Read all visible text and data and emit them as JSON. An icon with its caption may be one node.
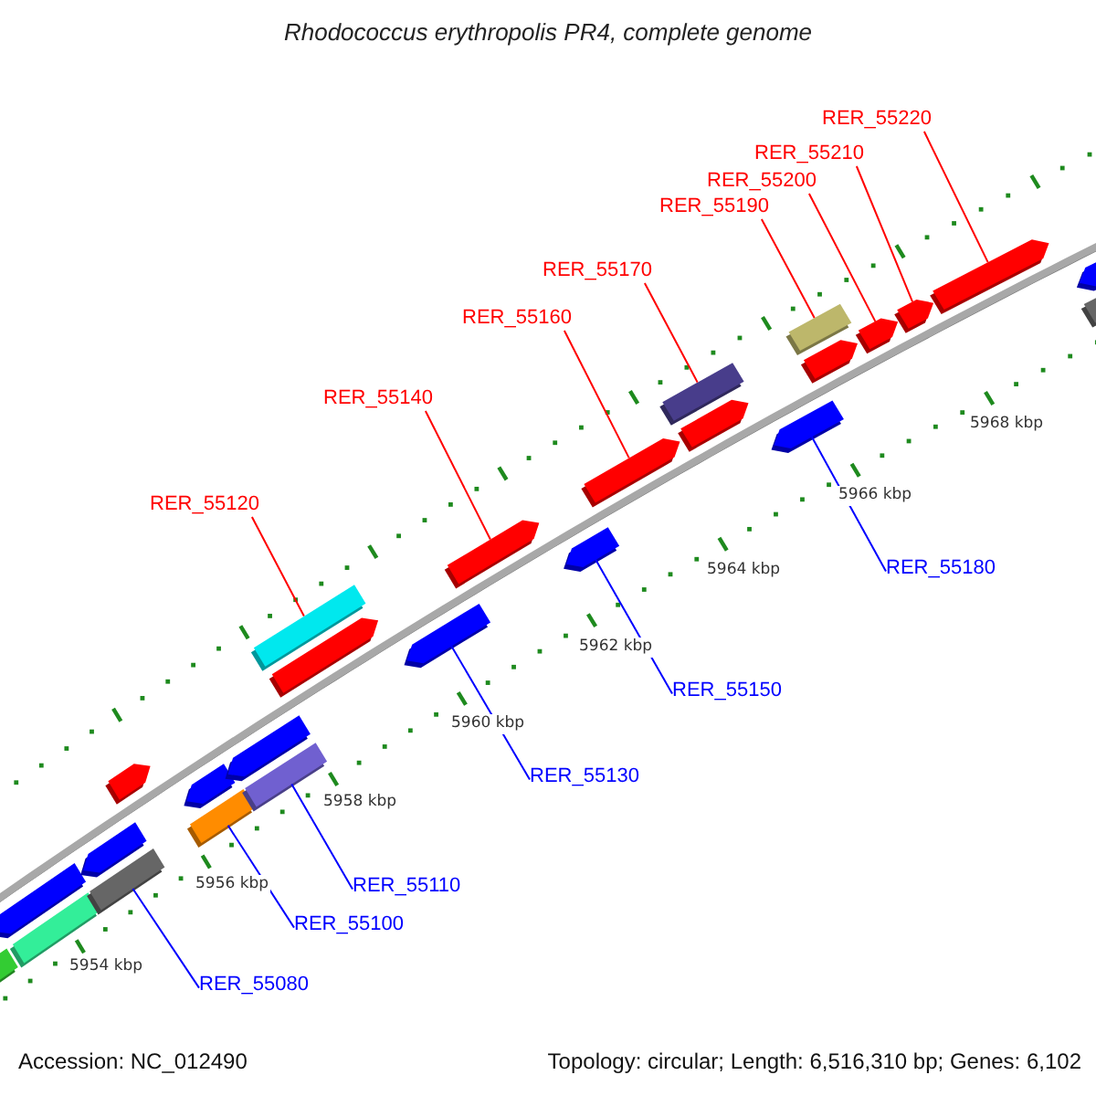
{
  "diagram": {
    "title": "Rhodococcus erythropolis PR4, complete genome",
    "nodes": [
      {
        "text": [],
        "shape": "box"
      },
      {
        "text": [],
        "shape": "pentagon"
      },
      {
        "text": [],
        "shape": "box"
      },
      {
        "text": [],
        "shape": "pentagon"
      },
      {
        "text": [],
        "shape": "box"
      },
      {
        "text": [],
        "shape": "pentagon"
      },
      {
        "text": [],
        "shape": "pentagon"
      },
      {
        "text": [],
        "shape": "box"
      },
      {
        "text": [],
        "shape": "pentagon"
      },
      {
        "text": [],
        "shape": "box"
      },
      {
        "text": [],
        "shape": "box"
      },
      {
        "text": [],
        "shape": "pentagon"
      },
      {
        "text": [],
        "shape": "pentagon"
      },
      {
        "text": [],
        "shape": "pentagon"
      },
      {
        "text": [],
        "shape": "pentagon"
      },
      {
        "text": [],
        "shape": "pentagon"
      },
      {
        "text": [],
        "shape": "pentagon"
      },
      {
        "text": [],
        "shape": "box"
      },
      {
        "text": [],
        "shape": "pentagon"
      },
      {
        "text": [],
        "shape": "pentagon"
      },
      {
        "text": [],
        "shape": "box"
      },
      {
        "text": [],
        "shape": "pentagon"
      },
      {
        "text": [],
        "shape": "pentagon"
      },
      {
        "text": [],
        "shape": "pentagon"
      },
      {
        "text": [],
        "shape": "pentagon"
      },
      {
        "text": [],
        "shape": "box"
      },
      {
        "text": [
          "RER_55120"
        ]
      },
      {
        "text": [
          "RER_55140"
        ]
      },
      {
        "text": [
          "RER_55160"
        ]
      },
      {
        "text": [
          "RER_55170"
        ]
      },
      {
        "text": [
          "RER_55190"
        ]
      },
      {
        "text": [
          "RER_55200"
        ]
      },
      {
        "text": [
          "RER_55210"
        ]
      },
      {
        "text": [
          "RER_55220"
        ]
      },
      {
        "text": [
          "RER_55080"
        ]
      },
      {
        "text": [
          "RER_55100"
        ]
      },
      {
        "text": [
          "RER_55110"
        ]
      },
      {
        "text": [
          "RER_55130"
        ]
      },
      {
        "text": [
          "RER_55150"
        ]
      },
      {
        "text": [
          "RER_55180"
        ]
      }
    ],
    "edges": [
      {
        "from": 26,
        "to": 10,
        "arrow": "none"
      },
      {
        "from": 27,
        "to": 13,
        "arrow": "none"
      },
      {
        "from": 28,
        "to": 15,
        "arrow": "none"
      },
      {
        "from": 29,
        "to": 17,
        "arrow": "none"
      },
      {
        "from": 30,
        "to": 20,
        "arrow": "none"
      },
      {
        "from": 31,
        "to": 21,
        "arrow": "none"
      },
      {
        "from": 32,
        "to": 22,
        "arrow": "none"
      },
      {
        "from": 33,
        "to": 23,
        "arrow": "none"
      },
      {
        "from": 34,
        "to": 4,
        "arrow": "none",
        "color": "#0000ff"
      },
      {
        "from": 35,
        "to": 7,
        "arrow": "none",
        "color": "#0000ff"
      },
      {
        "from": 36,
        "to": 9,
        "arrow": "none",
        "color": "#0000ff"
      },
      {
        "from": 37,
        "to": 12,
        "arrow": "none",
        "color": "#0000ff"
      },
      {
        "from": 38,
        "to": 14,
        "arrow": "none",
        "color": "#0000ff"
      },
      {
        "from": 39,
        "to": 18,
        "arrow": "none",
        "color": "#0000ff"
      }
    ],
    "labels": [
      "5968 kbp",
      "5966 kbp",
      "5964 kbp",
      "5962 kbp",
      "5960 kbp",
      "5958 kbp",
      "5956 kbp",
      "5954 kbp",
      "Accession: NC_012490",
      "Topology: circular; Length: 6,516,310 bp; Genes: 6,102"
    ]
  }
}
